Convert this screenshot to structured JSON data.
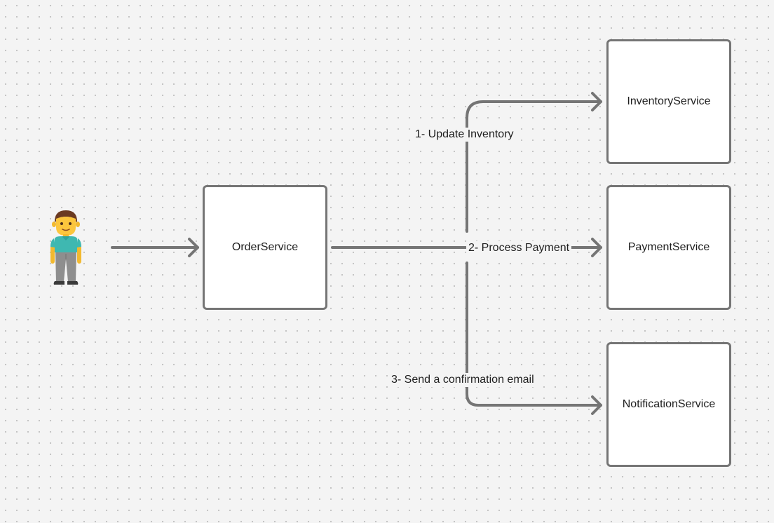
{
  "colors": {
    "connector": "#757575",
    "node_border": "#757575",
    "node_fill": "#ffffff",
    "background": "#f4f4f4",
    "text": "#1e1e1e"
  },
  "actor": {
    "icon": "man-emoji-icon"
  },
  "nodes": {
    "order_service": "OrderService",
    "inventory_service": "InventoryService",
    "payment_service": "PaymentService",
    "notification_service": "NotificationService"
  },
  "edges": {
    "update_inventory": "1- Update Inventory",
    "process_payment": "2- Process Payment",
    "send_confirmation": "3- Send a confirmation email"
  }
}
